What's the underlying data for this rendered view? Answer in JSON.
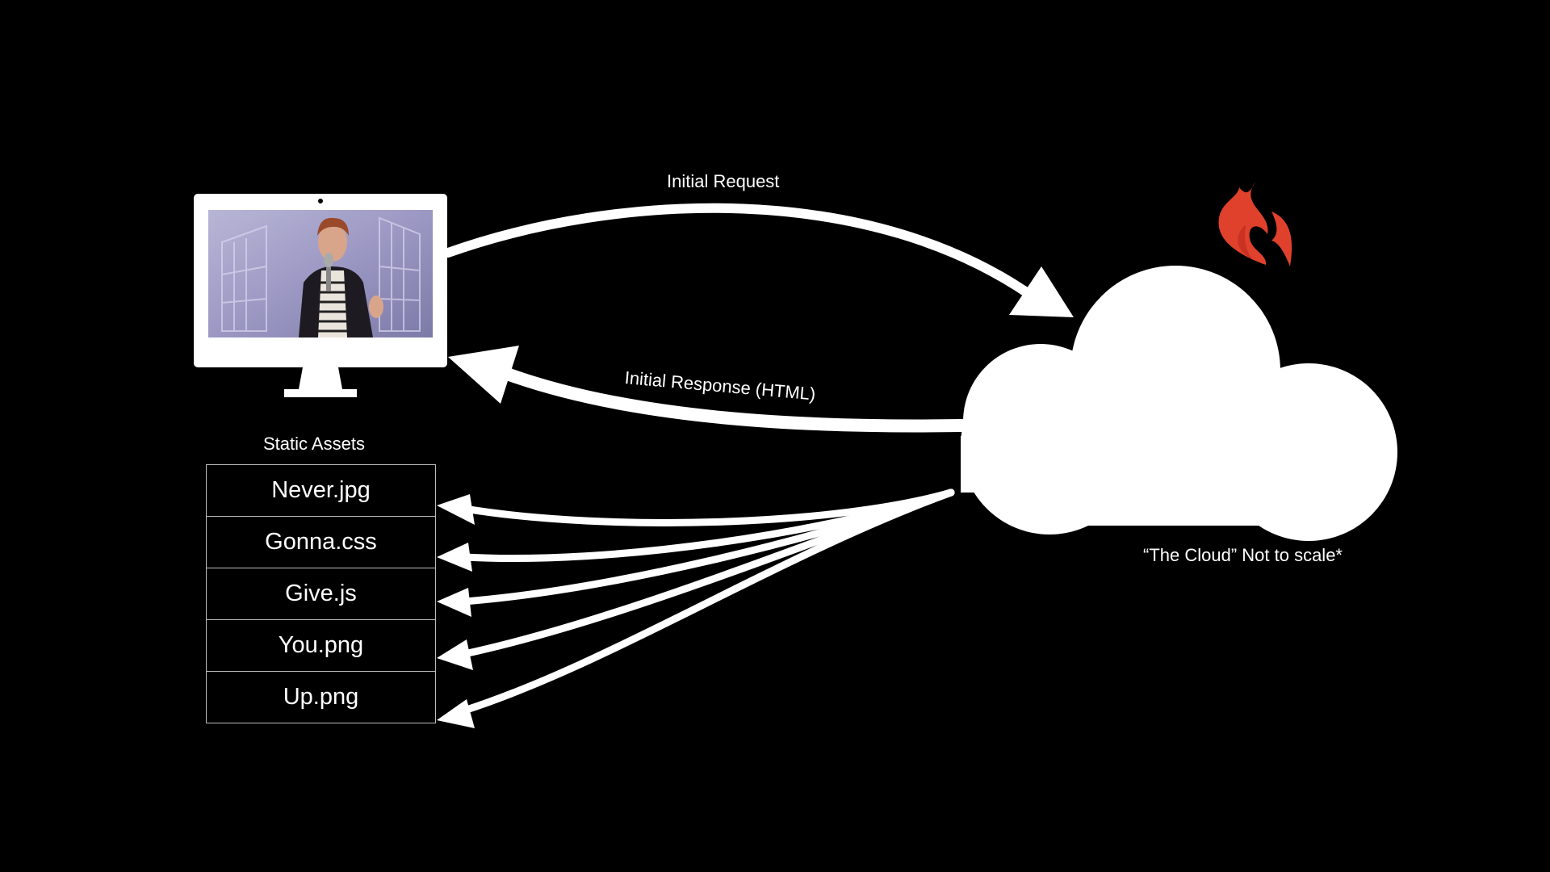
{
  "labels": {
    "initial_request": "Initial Request",
    "initial_response": "Initial Response (HTML)",
    "static_assets": "Static Assets",
    "cloud_caption": "“The Cloud” Not to scale*"
  },
  "assets": [
    "Never.jpg",
    "Gonna.css",
    "Give.js",
    "You.png",
    "Up.png"
  ],
  "icons": {
    "computer": "monitor-icon",
    "cloud": "cloud-icon",
    "fire": "fire-icon"
  },
  "colors": {
    "background": "#000000",
    "foreground": "#ffffff",
    "fire": "#e0412c",
    "asset_border": "#bbbbbb"
  }
}
